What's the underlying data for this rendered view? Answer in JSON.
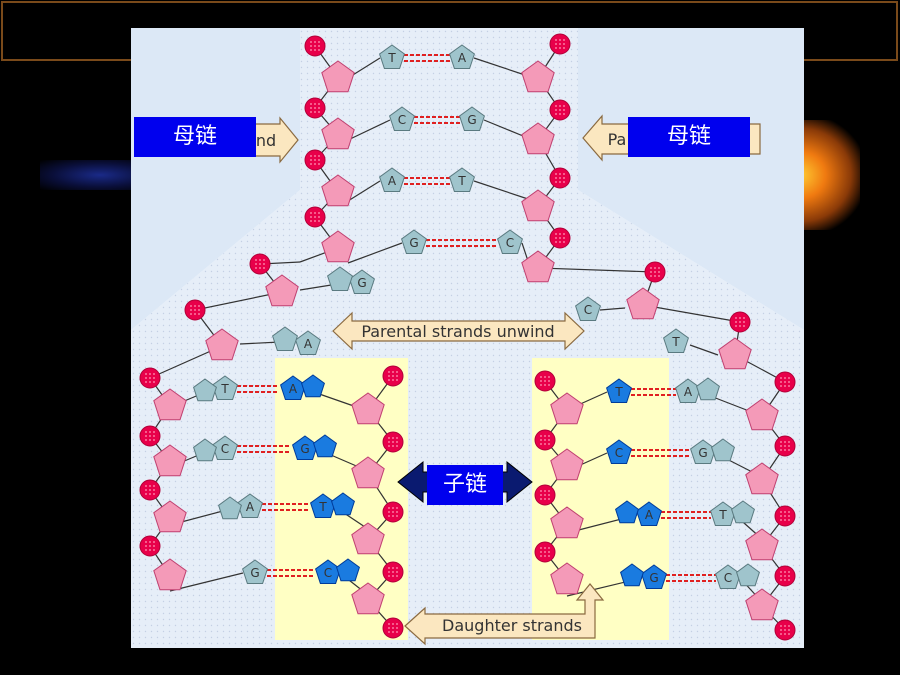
{
  "labels": {
    "parent_left": "母链",
    "parent_right": "母链",
    "daughter": "子链",
    "unwind_left_partial": "nd",
    "unwind_right_partial": "Pa",
    "parental_unwind": "Parental strands unwind",
    "daughter_strands": "Daughter strands"
  },
  "top_pairs": [
    {
      "left": "T",
      "right": "A"
    },
    {
      "left": "C",
      "right": "G"
    },
    {
      "left": "A",
      "right": "T"
    },
    {
      "left": "G",
      "right": "C"
    }
  ],
  "fork_bases": {
    "left": [
      "G",
      "A"
    ],
    "right": [
      "C",
      "T"
    ]
  },
  "left_pairs": [
    {
      "parent": "T",
      "daughter": "A"
    },
    {
      "parent": "C",
      "daughter": "G"
    },
    {
      "parent": "A",
      "daughter": "T"
    },
    {
      "parent": "G",
      "daughter": "C"
    }
  ],
  "right_pairs": [
    {
      "daughter": "T",
      "parent": "A"
    },
    {
      "daughter": "C",
      "parent": "G"
    },
    {
      "daughter": "A",
      "parent": "T"
    },
    {
      "daughter": "G",
      "parent": "C"
    }
  ],
  "colors": {
    "phosphate": "#e8004a",
    "sugar": "#f49ab8",
    "parent_base": "#9fc4cc",
    "daughter_base": "#1a7be0",
    "daughter_band": "#ffffc4",
    "background_band": "#e4eef8",
    "label_blue": "#0000ee"
  }
}
